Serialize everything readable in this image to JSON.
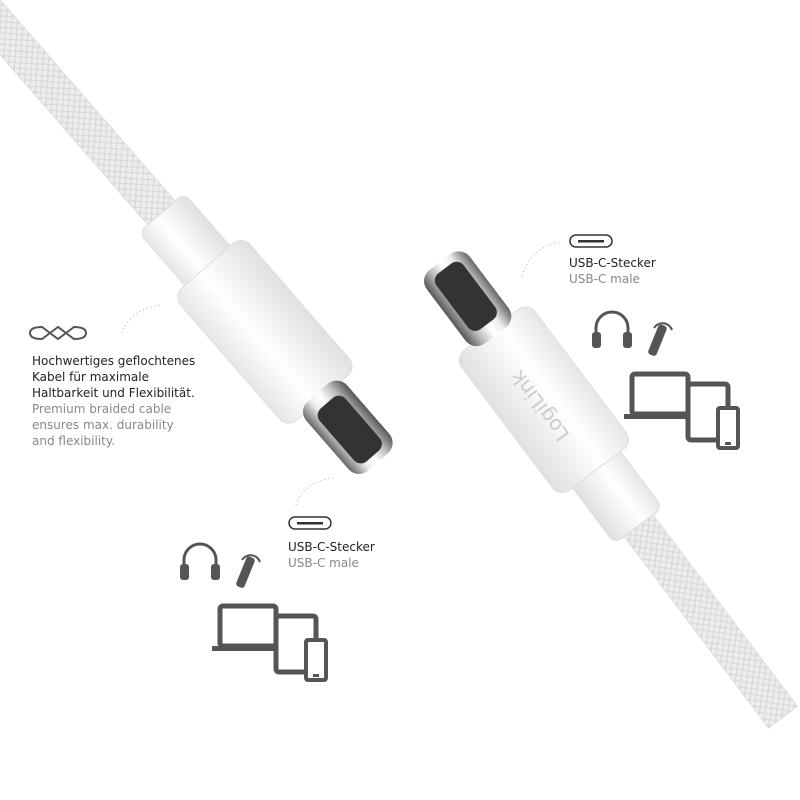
{
  "brand": "LogiLink",
  "feature": {
    "icon": "infinity-braid-icon",
    "title_de": [
      "Hochwertiges geflochtenes",
      "Kabel für maximale",
      "Haltbarkeit und Flexibilität."
    ],
    "title_en": [
      "Premium braided cable",
      "ensures max. durability",
      "and flexibility."
    ]
  },
  "connector_top": {
    "label_de": "USB-C-Stecker",
    "label_en": "USB-C male"
  },
  "connector_bottom": {
    "label_de": "USB-C-Stecker",
    "label_en": "USB-C male"
  },
  "colors": {
    "icon": "#555555",
    "cable": "#f0f0f0",
    "text_secondary": "#888888"
  }
}
